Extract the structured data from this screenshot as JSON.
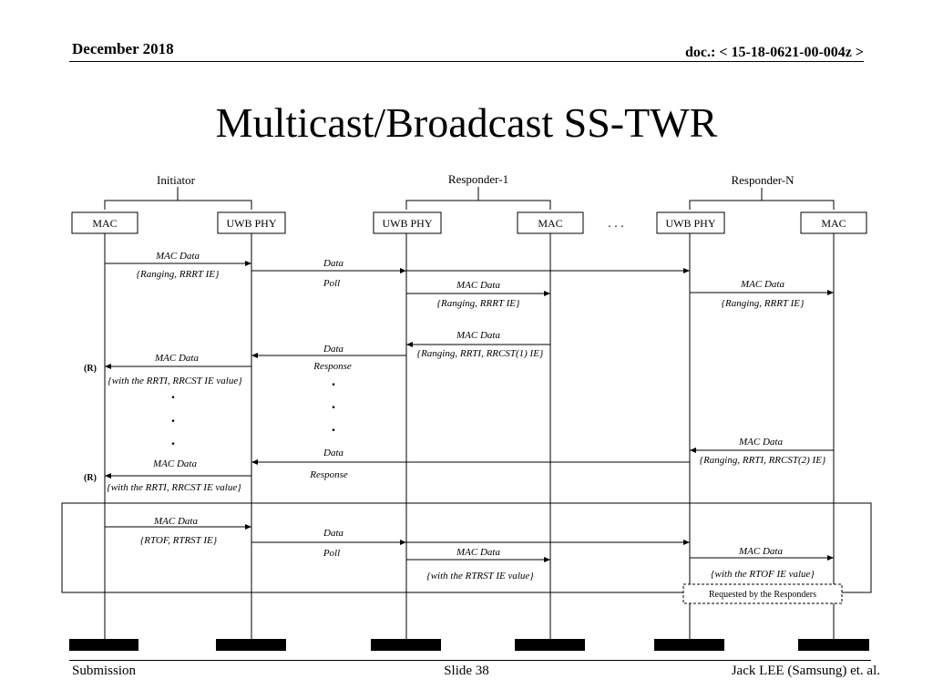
{
  "header": {
    "date": "December 2018",
    "doc": "doc.: < 15-18-0621-00-004z >"
  },
  "slide_title": "Multicast/Broadcast SS-TWR",
  "footer": {
    "left": "Submission",
    "center": "Slide 38",
    "right": "Jack LEE (Samsung) et. al."
  },
  "groups": [
    {
      "label": "Initiator"
    },
    {
      "label": "Responder-1"
    },
    {
      "label": "Responder-N"
    }
  ],
  "boxes": [
    {
      "label": "MAC"
    },
    {
      "label": "UWB PHY"
    },
    {
      "label": "UWB PHY"
    },
    {
      "label": "MAC"
    },
    {
      "label": "UWB PHY"
    },
    {
      "label": "MAC"
    }
  ],
  "ellipsis": ". . .",
  "labels": {
    "m1_top": "MAC Data",
    "m1_bot": "{Ranging, RRRT IE}",
    "m2_top": "Data",
    "m2_bot": "Poll",
    "m3_top": "MAC Data",
    "m3_bot": "{Ranging, RRRT IE}",
    "m4_top": "MAC Data",
    "m4_bot": "{Ranging, RRRT IE}",
    "m5_top": "MAC Data",
    "m5_bot": "{Ranging, RRTI, RRCST(1) IE}",
    "m6_top": "Data",
    "m6_bot": "Response",
    "m7_top": "MAC Data",
    "m7_bot": "{with the RRTI, RRCST IE value}",
    "m8_top": "MAC Data",
    "m8_bot": "{Ranging, RRTI, RRCST(2) IE}",
    "m9_top": "Data",
    "m9_bot": "Response",
    "m10_top": "MAC Data",
    "m10_bot": "{with the RRTI, RRCST IE value}",
    "m11_top": "MAC Data",
    "m11_bot": "{RTOF,  RTRST IE}",
    "m12_top": "Data",
    "m12_bot": "Poll",
    "m13_top": "MAC Data",
    "m13_bot": "{with the RTRST IE value}",
    "m14_top": "MAC Data",
    "m14_bot": "{with the RTOF IE value}",
    "r_marker": "(R)",
    "dot": ".",
    "requested": "Requested by the Responders"
  }
}
